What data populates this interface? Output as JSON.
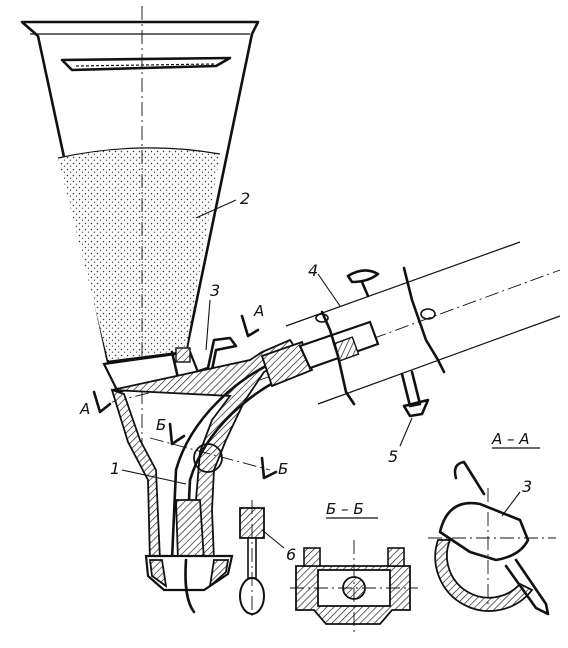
{
  "figure": {
    "callouts": [
      "1",
      "2",
      "3",
      "4",
      "5",
      "6"
    ],
    "section_marks": {
      "a_left": "А",
      "a_right": "А",
      "b_left": "Б",
      "b_right": "Б"
    },
    "section_titles": {
      "b_section": "Б – Б",
      "a_section": "А – А"
    },
    "section_a_callout": "3"
  }
}
